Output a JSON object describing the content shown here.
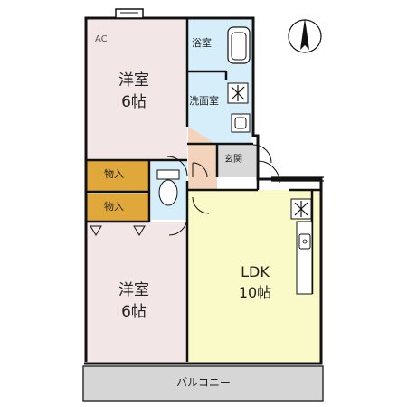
{
  "labels": {
    "ac": "AC",
    "bedroom_top_name": "洋室",
    "bedroom_top_size": "6帖",
    "bath": "浴室",
    "washroom": "洗面室",
    "storage_1": "物入",
    "storage_2": "物入",
    "entrance": "玄関",
    "bedroom_bottom_name": "洋室",
    "bedroom_bottom_size": "6帖",
    "ldk_name": "LDK",
    "ldk_size": "10帖",
    "balcony": "バルコニー"
  },
  "icons": {
    "compass": "north-arrow-icon",
    "fan": "ventilation-fan-icon",
    "sink": "sink-icon",
    "toilet": "toilet-icon",
    "bathtub": "bathtub-icon"
  },
  "colors": {
    "bedroom": "#f3e6e6",
    "ldk": "#fafac8",
    "storage": "#e0a73a",
    "wet_area": "#d6eefa",
    "hall": "#f3d3bc",
    "entrance": "#d8d8d8",
    "balcony": "#d6d6d6",
    "wall": "#111111"
  }
}
